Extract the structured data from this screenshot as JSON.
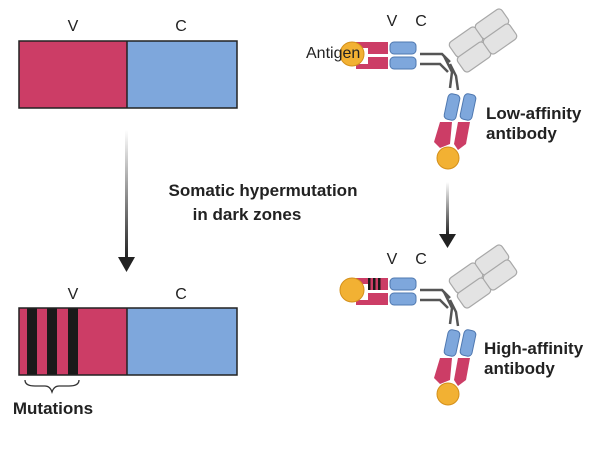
{
  "gene_top": {
    "v_label": "V",
    "c_label": "C"
  },
  "gene_bottom": {
    "v_label": "V",
    "c_label": "C",
    "mutations_label": "Mutations"
  },
  "process_label": {
    "line1": "Somatic hypermutation",
    "line2": "in dark zones"
  },
  "antibody_top": {
    "antigen_label": "Antigen",
    "v_label": "V",
    "c_label": "C",
    "label_line1": "Low-affinity",
    "label_line2": "antibody"
  },
  "antibody_bottom": {
    "v_label": "V",
    "c_label": "C",
    "label_line1": "High-affinity",
    "label_line2": "antibody"
  },
  "colors": {
    "variable": "#cc3d66",
    "constant": "#7ea7dc",
    "antigen": "#f2b133",
    "mutation": "#1a1a1a",
    "heavy_constant": "#e3e3e3",
    "arrow": "#333333"
  }
}
